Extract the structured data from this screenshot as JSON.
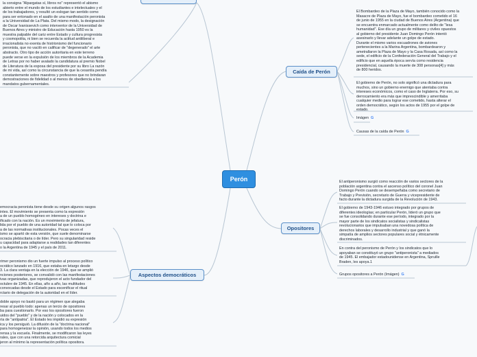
{
  "root": {
    "label": "Perón"
  },
  "branches": {
    "caida": {
      "label": "Caída de Perón",
      "paragraph1": "El Bombardeo de la Plaza de Mayo, también conocido como la\nMasacre de Plaza de Mayo, fue el bombardeo cometido el 16\nde junio de 1955 en la ciudad de Buenos Aires (Argentina) que\nse encuentra enmarcado actualmente como delito de \"lesa\nhumanidad\". Ese día un grupo de militares y civiles opuestos\nal gobierno del presidente Juan Domingo Perón intentó\nasesinarlo y llevar adelante un golpe de estado.\nDurante el mismo varios escuadrones de aviones\npertenecientes a la Marina Argentina, bombardearon y\nametrallaron la Plaza de Mayo y la Casa Rosada, así como la\nsede, el edificio de la Confederación General del Trabajo y el\nedificio que en aquella época servía como residencia\npresidencial, causando la muerte de 308 personas[4] y más\nde 800 heridos.",
      "paragraph2": "El gobierno de Perón, no solo significó una dictadura para\nmuchos, sino un gobierno enemigo que atentaba contra\nintereses económicos, como el caso de Inglaterra. Por eso, su\nderrocamiento era más que imprescindible y amerritaba\ncualquier medio para lograr ese cometido, hasta alterar el\norden democrático, según los actos de 1955 por el golpe de\nestado.",
      "link_image": "Imágen",
      "link_causes": "Causas de la caída de Perón"
    },
    "opositores": {
      "label": "Opositores",
      "paragraph1": "El antiperonismo surgió como reacción de varios sectores de la\npoblación argentina contra el ascenso político del coronel Juan\nDomingo Perón cuando se desempeñaba como secretario de\nTrabajo y Previsión, secretario de Guerra y vicepresidente de\nfacto durante la dictadura surgida de la Revolución de 1943.",
      "paragraph2": "El gobierno de 1943-1946 estuvo integrado por grupos de\ndiferentes ideologías; en particular Perón, lideró un grupo que\nse fue consolidando durante ese período, integrado por la\nmayor parte de los sindicatos socialistas y sindicalistas\nrevolucionarios que impulsaban una novedosa política de\nderechos laborales y desarrollo industrial y que ganó la\nsimpatía de amplios sectores populares social y étnicamente\ndiscriminados.",
      "paragraph3": "En contra del peronismo de Perón y los sindicatos que lo\napoyaban se constituyó un grupo \"antiperonista\" a mediados\nde 1945. El embajador estadounidense en Argentina, Spruille\nBraden, les apoya.1",
      "link_groups": "Grupos opositores a Perón (Imágen)"
    },
    "democraticos": {
      "label": "Aspectos democráticos",
      "paragraph1": "emocracia peronista tiene desde su origen algunos rasgos\nintes. El movimiento se presenta como la expresión\na de un pueblo homogéneo en intereses y doctrina e\nificado con la nación. Es un movimiento de jefatura,\nlida por el pueblo de una autoridad tal que lo coloca por\na de las normativas institucionales. Pocas veces el\nismo se apartó de esta versión, que suele denominarse\nocracia plebiscitaria o de líder. Pero su singularidad reside\nu capacidad para adaptarse a realidades tan diferentes\no la Argentina de 1945 y el país de 2011.",
      "paragraph2": "rimer peronismo dio un fuerte impulso al proceso político\nocrático lanzado en 1916, que estaba en letargo desde\n3. La clara ventaja en la elección de 1946, que se amplió\nnciones posteriores, se convalidó con las manifestaciones\nivas organizadas, que reprodujeron el acto fundador del\n octubre de 1945. En ellas, año a año, las multitudes\n convocadas desde el Estado para escenificar el ritual\nrctario de delegación de la autoridad en el líder.",
      "paragraph3": "doble apoyo no bastó para un régimen que alegaba\nresar al pueblo todo: apenas un tercio de opositores\nba para cuestionarlo. Por eso los opositores fueron\nuidos del \"pueblo\" y de la nación y colocados en la\nría de \"antipatria\". El Estado les impidió su expresión\nica y los persiguió. La difusión de la \"doctrina nacional\"\n para homogeneizar la opinión, usando todos los medios\nrensa y la escuela. Finalmente, se modificaron las leyes\nrales, que con una retorcida arquitectura comicial\njeron al mínimo la representación política opositora."
    },
    "top_left": {
      "paragraph1": "la consigna \"Alpargatas sí, libros no\" representó el abismo\nabierto entre el mundo de los estudiantes e intelectuales y el\nde los trabajadores, y resultó un eslogan tan sentido como\npara ser entonado en el asalto de una manifestación peronista\na la Universidad de La Plata. Del mismo modo, la designación\nde Oscar Ivanissevich como interventor de la Universidad de\nBuenos Aires y ministro de Educación hasta 1950 es la\nmuestra palpable del cariz entre Estado y cultura progresista\ny cosmopolita, ni bien se recuerda la actitud antiliberal e\nirracionalista no exenta de histrionismo del funcionario\nperonista, que no vaciló en calificar de \"degenerado\" el arte\nabstracto. Otro tipo de acción autoritaria en este terreno\npuede verse en la expulsión de los miembros de la Academia\nde Letras por no haber avalado la candidatura al premio Nobel\nde Literatura de la esposa del presidente por su libro La razón\nde mi vida, así como la circunstancia de que la cesantía pendía\nconstantemente sobre maestros y profesores que no brindaran\ndemostraciones de fidelidad o al menos de obediencia a los\nmandatos gubernamentales."
    }
  },
  "colors": {
    "root_bg": "#2f8fe0",
    "node_bg": "#e4effa",
    "node_border": "#5a8fc8",
    "link": "#b8c6d3"
  },
  "icons": [
    "google-icon"
  ]
}
